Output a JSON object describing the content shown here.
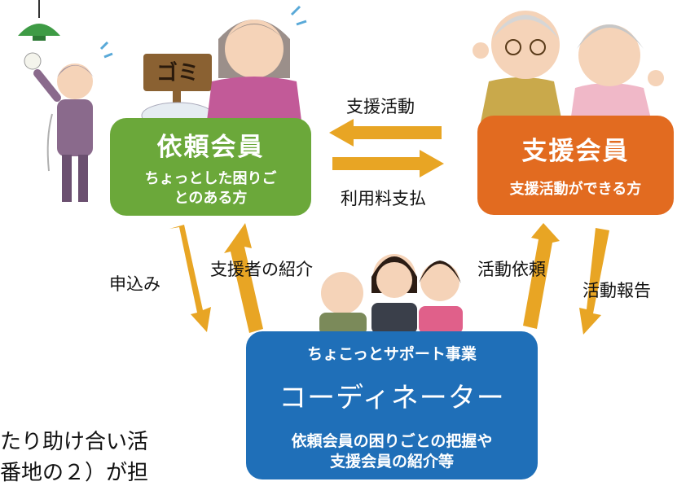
{
  "requester": {
    "title": "依頼会員",
    "desc_line1": "ちょっとした困りご",
    "desc_line2": "とのある方"
  },
  "supporter": {
    "title": "支援会員",
    "desc": "支援活動ができる方"
  },
  "coordinator": {
    "program": "ちょこっとサポート事業",
    "title": "コーディネーター",
    "desc_line1": "依頼会員の困りごとの把握や",
    "desc_line2": "支援会員の紹介等"
  },
  "arrows": {
    "support_activity": "支援活動",
    "fee_payment": "利用料支払",
    "application": "申込み",
    "supporter_intro": "支援者の紹介",
    "activity_request": "活動依頼",
    "activity_report": "活動報告"
  },
  "background_text": {
    "line1": "たり助け合い活",
    "line2": "番地の２）が担"
  },
  "sign": {
    "text": "ゴミ"
  },
  "colors": {
    "requester_box": "#6ba83a",
    "supporter_box": "#e26b20",
    "coordinator_box": "#1f6fb8",
    "arrow": "#e8a524"
  }
}
